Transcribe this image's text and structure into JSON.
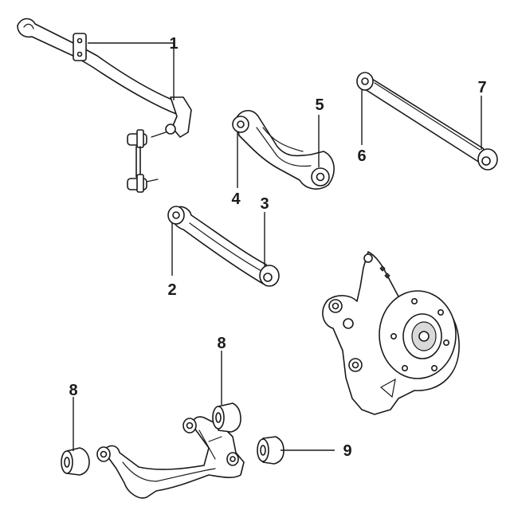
{
  "diagram": {
    "callouts": [
      {
        "id": "c1",
        "label": "1"
      },
      {
        "id": "c2",
        "label": "2"
      },
      {
        "id": "c3",
        "label": "3"
      },
      {
        "id": "c4",
        "label": "4"
      },
      {
        "id": "c5",
        "label": "5"
      },
      {
        "id": "c6",
        "label": "6"
      },
      {
        "id": "c7",
        "label": "7"
      },
      {
        "id": "c8a",
        "label": "8"
      },
      {
        "id": "c8b",
        "label": "8"
      },
      {
        "id": "c9",
        "label": "9"
      }
    ],
    "colors": {
      "line": "#1a1a1a",
      "fill": "#ffffff",
      "shade": "#d9d9d9"
    }
  }
}
